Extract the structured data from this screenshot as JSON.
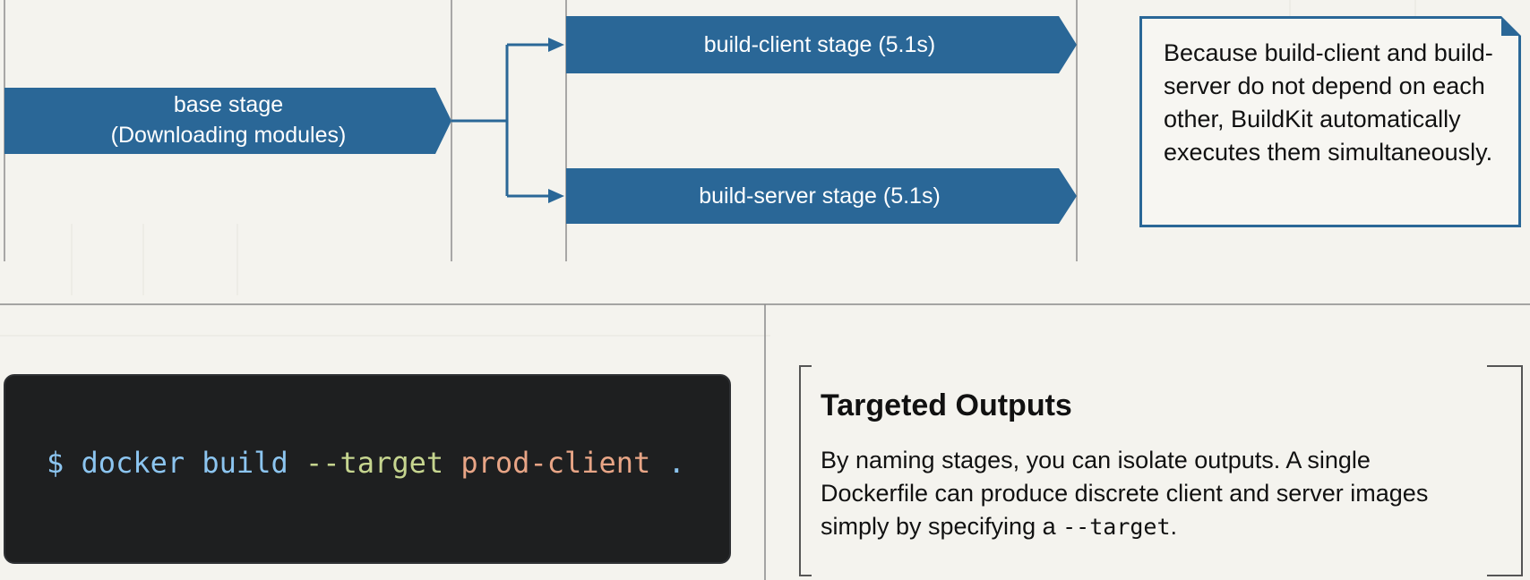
{
  "stages": {
    "base_line1": "base stage",
    "base_line2": "(Downloading modules)",
    "client": "build-client stage (5.1s)",
    "server": "build-server stage (5.1s)"
  },
  "callout": {
    "text": "Because build-client and build-server do not depend on each other, BuildKit automatically executes them simultaneously."
  },
  "terminal": {
    "prompt": "$",
    "command": "docker build",
    "flag": "--target",
    "value": "prod-client",
    "context": "."
  },
  "targeted_outputs": {
    "title": "Targeted Outputs",
    "body_text": "By naming stages, you can isolate outputs. A single Dockerfile can produce discrete client and server images simply by specifying a ",
    "body_code": "--target",
    "body_end": "."
  },
  "colors": {
    "stage_fill": "#2a6797",
    "background": "#f4f3ee",
    "terminal_bg": "#1e1f20"
  }
}
